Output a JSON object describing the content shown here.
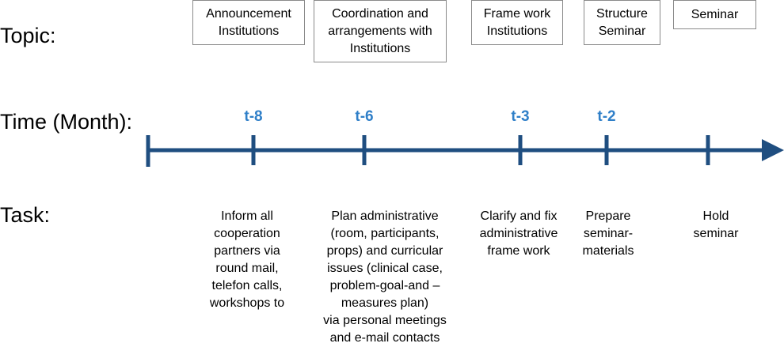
{
  "row_labels": {
    "topic": "Topic:",
    "time": "Time (Month):",
    "task": "Task:"
  },
  "topics": [
    "Announcement\nInstitutions",
    "Coordination and\narrangements with\nInstitutions",
    "Frame work\nInstitutions",
    "Structure\nSeminar",
    "Seminar"
  ],
  "times": [
    "t-8",
    "t-6",
    "t-3",
    "t-2"
  ],
  "tasks": [
    "Inform all\ncooperation\npartners via\nround mail,\ntelefon calls,\nworkshops to",
    "Plan administrative\n(room, participants,\nprops) and curricular\nissues (clinical case,\nproblem-goal-and –\nmeasures plan)\nvia personal meetings\nand e-mail contacts",
    "Clarify  and fix\nadministrative\nframe work",
    "Prepare\nseminar-\nmaterials",
    "Hold\nseminar"
  ],
  "colors": {
    "timeline": "#1f4e80",
    "time_label": "#2f7fc8",
    "box_border": "#8a8a8a"
  }
}
